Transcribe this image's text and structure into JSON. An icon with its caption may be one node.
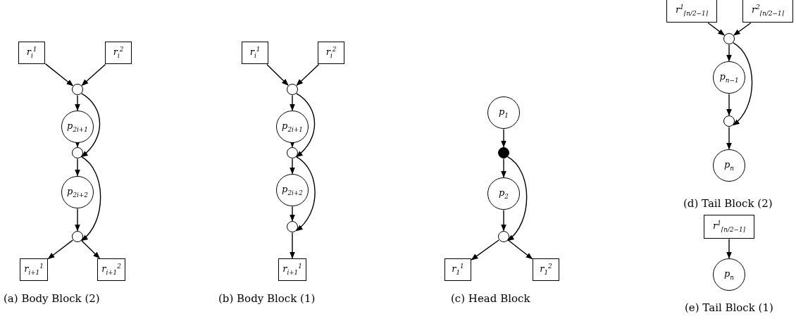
{
  "diagram": {
    "nodes": [
      {
        "text": [
          "r$_{i}$$^{1}$"
        ]
      },
      {
        "text": [
          "r$_{i}$$^{2}$"
        ]
      },
      {
        "text": [],
        "shape": "circle"
      },
      {
        "text": [
          "p$_{2i+1}$"
        ]
      },
      {
        "text": [],
        "shape": "circle"
      },
      {
        "text": [
          "p$_{2i+2}$"
        ]
      },
      {
        "text": [],
        "shape": "circle"
      },
      {
        "text": [
          "r$_{i+1}$$^{1}$"
        ]
      },
      {
        "text": [
          "r$_{i+1}$$^{2}$"
        ]
      },
      {
        "text": [
          "r$_{i}$$^{1}$"
        ]
      },
      {
        "text": [
          "r$_{i}$$^{2}$"
        ]
      },
      {
        "text": [],
        "shape": "circle"
      },
      {
        "text": [
          "p$_{2i+1}$"
        ]
      },
      {
        "text": [],
        "shape": "circle"
      },
      {
        "text": [
          "p$_{2i+2}$"
        ]
      },
      {
        "text": [],
        "shape": "circle"
      },
      {
        "text": [
          "r$_{i+1}$$^{1}$"
        ]
      },
      {
        "text": [
          "p$_{1}$"
        ]
      },
      {
        "text": [],
        "shape": "circle"
      },
      {
        "text": [
          "p$_{2}$"
        ]
      },
      {
        "text": [],
        "shape": "circle"
      },
      {
        "text": [
          "r$_{1}$$^{1}$"
        ]
      },
      {
        "text": [
          "r$_{1}$$^{2}$"
        ]
      },
      {
        "text": [
          "r$^{1}$$_{⌈n/2−1⌉}$"
        ]
      },
      {
        "text": [
          "r$^{2}$$_{⌈n/2−1⌉}$"
        ]
      },
      {
        "text": [],
        "shape": "circle"
      },
      {
        "text": [
          "p$_{n−1}$"
        ]
      },
      {
        "text": [],
        "shape": "circle"
      },
      {
        "text": [
          "p$_{n}$"
        ]
      },
      {
        "text": [
          "r$^{1}$$_{⌈n/2−1⌉}$"
        ]
      },
      {
        "text": [
          "p$_{n}$"
        ]
      }
    ],
    "edges": [
      {
        "from": 0,
        "to": 2,
        "arrow": "to"
      },
      {
        "from": 1,
        "to": 2,
        "arrow": "to"
      },
      {
        "from": 2,
        "to": 3,
        "arrow": "to"
      },
      {
        "from": 2,
        "to": 4,
        "arrow": "to"
      },
      {
        "from": 3,
        "to": 4,
        "arrow": "to"
      },
      {
        "from": 4,
        "to": 5,
        "arrow": "to"
      },
      {
        "from": 4,
        "to": 6,
        "arrow": "to"
      },
      {
        "from": 5,
        "to": 6,
        "arrow": "to"
      },
      {
        "from": 6,
        "to": 7,
        "arrow": "to"
      },
      {
        "from": 6,
        "to": 8,
        "arrow": "to"
      },
      {
        "from": 9,
        "to": 11,
        "arrow": "to"
      },
      {
        "from": 10,
        "to": 11,
        "arrow": "to"
      },
      {
        "from": 11,
        "to": 12,
        "arrow": "to"
      },
      {
        "from": 11,
        "to": 13,
        "arrow": "to"
      },
      {
        "from": 12,
        "to": 13,
        "arrow": "to"
      },
      {
        "from": 13,
        "to": 14,
        "arrow": "to"
      },
      {
        "from": 13,
        "to": 15,
        "arrow": "to"
      },
      {
        "from": 14,
        "to": 15,
        "arrow": "to"
      },
      {
        "from": 15,
        "to": 16,
        "arrow": "to"
      },
      {
        "from": 17,
        "to": 18,
        "arrow": "to"
      },
      {
        "from": 18,
        "to": 19,
        "arrow": "to"
      },
      {
        "from": 18,
        "to": 20,
        "arrow": "to"
      },
      {
        "from": 19,
        "to": 20,
        "arrow": "to"
      },
      {
        "from": 20,
        "to": 21,
        "arrow": "to"
      },
      {
        "from": 20,
        "to": 22,
        "arrow": "to"
      },
      {
        "from": 23,
        "to": 25,
        "arrow": "to"
      },
      {
        "from": 24,
        "to": 25,
        "arrow": "to"
      },
      {
        "from": 25,
        "to": 26,
        "arrow": "to"
      },
      {
        "from": 25,
        "to": 27,
        "arrow": "to"
      },
      {
        "from": 26,
        "to": 27,
        "arrow": "to"
      },
      {
        "from": 27,
        "to": 28,
        "arrow": "to"
      },
      {
        "from": 29,
        "to": 30,
        "arrow": "to"
      }
    ],
    "labels": [
      "(a) Body Block (2)",
      "(b) Body Block (1)",
      "(c) Head Block",
      "(d) Tail Block (2)",
      "(e) Tail Block (1)"
    ]
  }
}
